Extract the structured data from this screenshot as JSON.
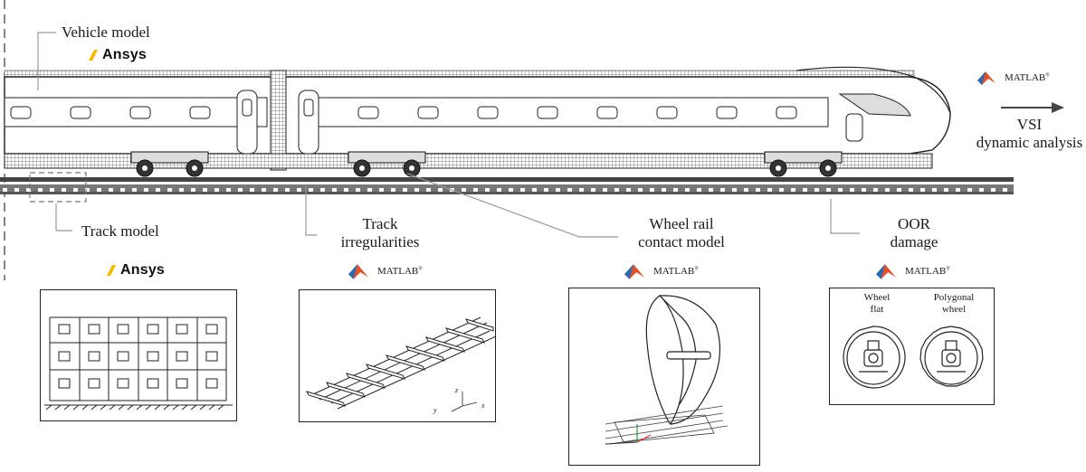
{
  "labels": {
    "vehicle_model": "Vehicle model",
    "track_model": "Track model",
    "track_irregularities": [
      "Track",
      "irregularities"
    ],
    "wheel_rail": [
      "Wheel rail",
      "contact model"
    ],
    "oor": [
      "OOR",
      "damage"
    ],
    "vsi": [
      "VSI",
      "dynamic analysis"
    ],
    "wheel_flat": [
      "Wheel",
      "flat"
    ],
    "polygonal_wheel": [
      "Polygonal",
      "wheel"
    ]
  },
  "brands": {
    "ansys": "Ansys",
    "matlab": "MATLAB",
    "matlab_reg": "®"
  },
  "axes": {
    "z": "z",
    "y": "y",
    "x": "x"
  },
  "icons": [
    "ansys-logo-icon",
    "matlab-logo-icon",
    "arrow-right-icon"
  ],
  "colors": {
    "ansys_accent": "#f5b800",
    "matlab_red": "#e0522a",
    "matlab_blue": "#2b6cb0"
  }
}
